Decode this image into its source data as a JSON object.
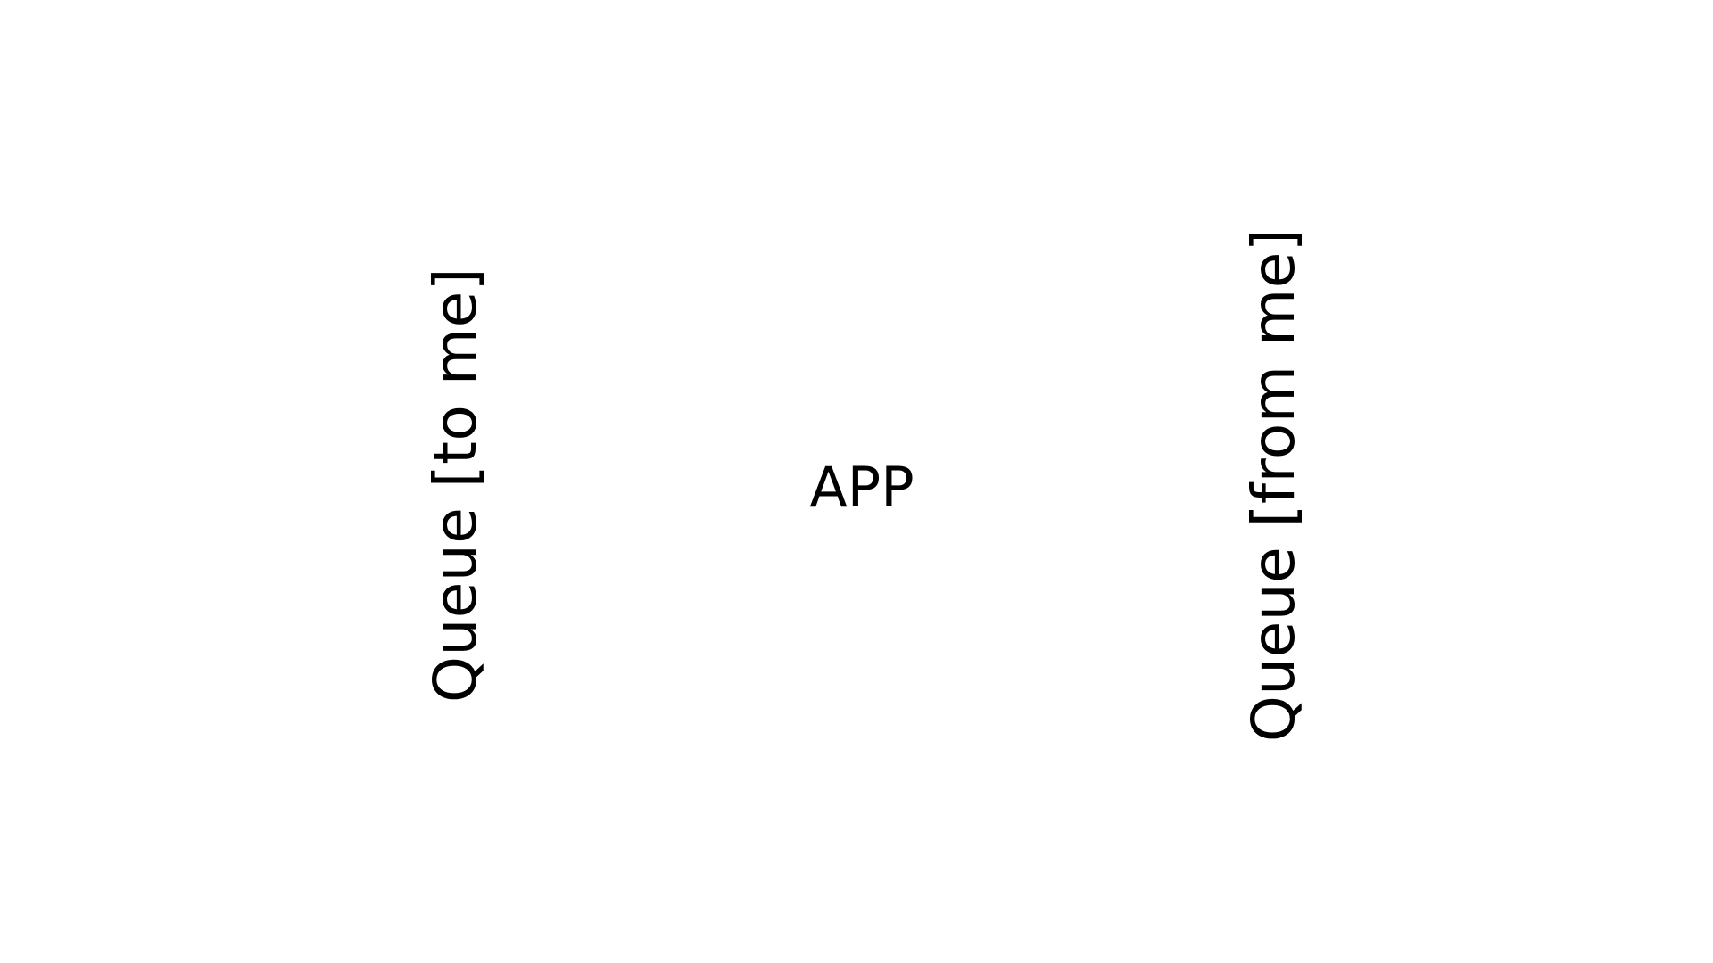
{
  "diagram": {
    "left_label": "Queue [to me]",
    "center_label": "APP",
    "right_label": "Queue [from me]"
  },
  "colors": {
    "background": "#ffffff",
    "text": "#000000"
  }
}
